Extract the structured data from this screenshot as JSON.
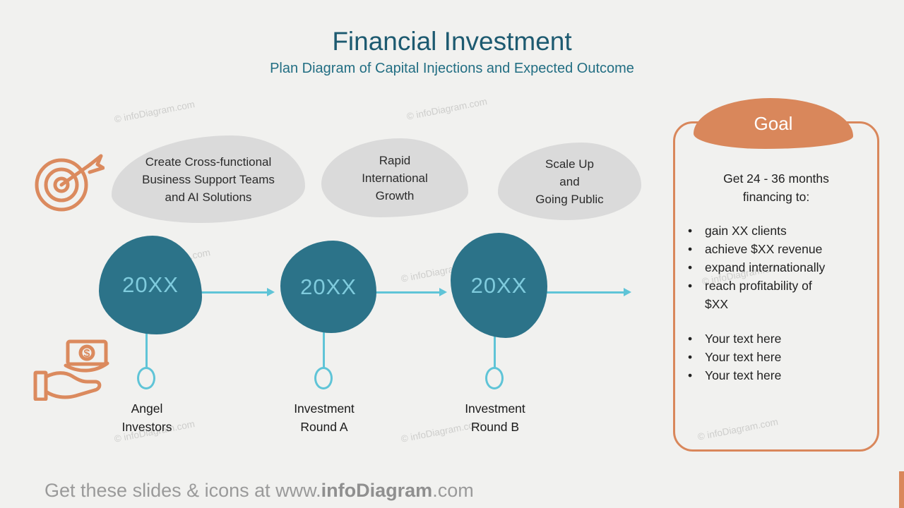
{
  "slide": {
    "title": "Financial Investment",
    "subtitle": "Plan Diagram of Capital Injections and Expected Outcome"
  },
  "colors": {
    "background": "#F1F1EF",
    "title_teal": "#1D5A70",
    "blob_teal": "#2C7389",
    "arrow_cyan": "#5FC4D7",
    "accent_orange": "#D9875B",
    "outcome_gray": "#DADADA"
  },
  "watermark": "© infoDiagram.com",
  "outcomes": [
    "Create Cross-functional\nBusiness Support Teams\nand AI Solutions",
    "Rapid\nInternational\nGrowth",
    "Scale Up\nand\nGoing Public"
  ],
  "timeline": {
    "years": [
      "20XX",
      "20XX",
      "20XX"
    ],
    "labels": [
      "Angel\nInvestors",
      "Investment\nRound A",
      "Investment\nRound B"
    ]
  },
  "goal": {
    "heading": "Goal",
    "intro": "Get 24 - 36 months\nfinancing to:",
    "bullets_primary": [
      "gain XX clients",
      "achieve $XX revenue",
      "expand internationally",
      "reach profitability of\n$XX"
    ],
    "bullets_secondary": [
      "Your text here",
      "Your text here",
      "Your text here"
    ]
  },
  "icons": {
    "top_left": "target-dart-icon",
    "bottom_left": "cash-in-hand-icon"
  },
  "footer": {
    "prefix": "Get these slides & icons at www.",
    "brand": "infoDiagram",
    "suffix": ".com"
  }
}
